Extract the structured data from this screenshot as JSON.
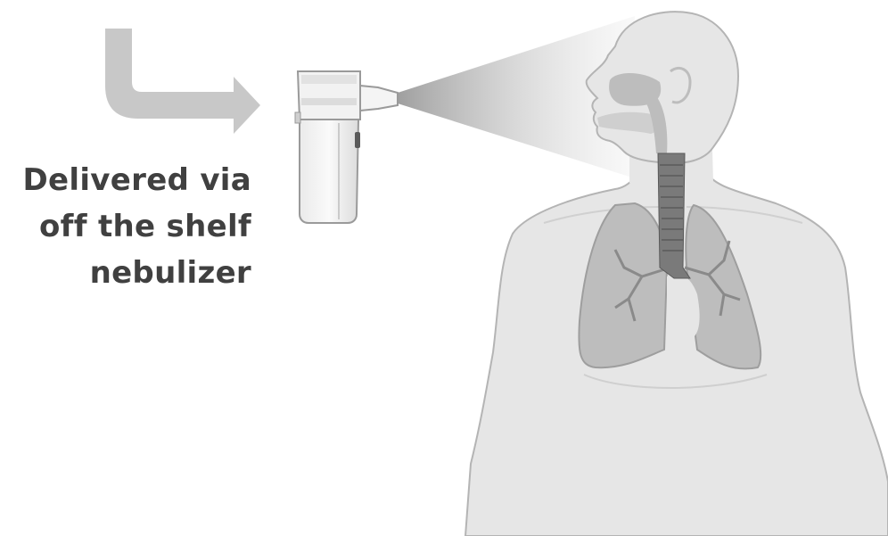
{
  "caption": {
    "lines": [
      "Delivered via",
      "off the shelf",
      "nebulizer"
    ]
  },
  "colors": {
    "arrow": "#c8c8c8",
    "skin": "#e6e6e6",
    "skin_outline": "#b4b4b4",
    "lungs": "#bdbdbd",
    "airway": "#7a7a7a",
    "nebulizer_body": "#f4f4f4",
    "caption_text": "#404040"
  },
  "icons": [
    "bent-arrow-icon",
    "nebulizer-icon",
    "aerosol-spray-icon",
    "human-torso-figure",
    "lungs-icon",
    "trachea-icon"
  ]
}
